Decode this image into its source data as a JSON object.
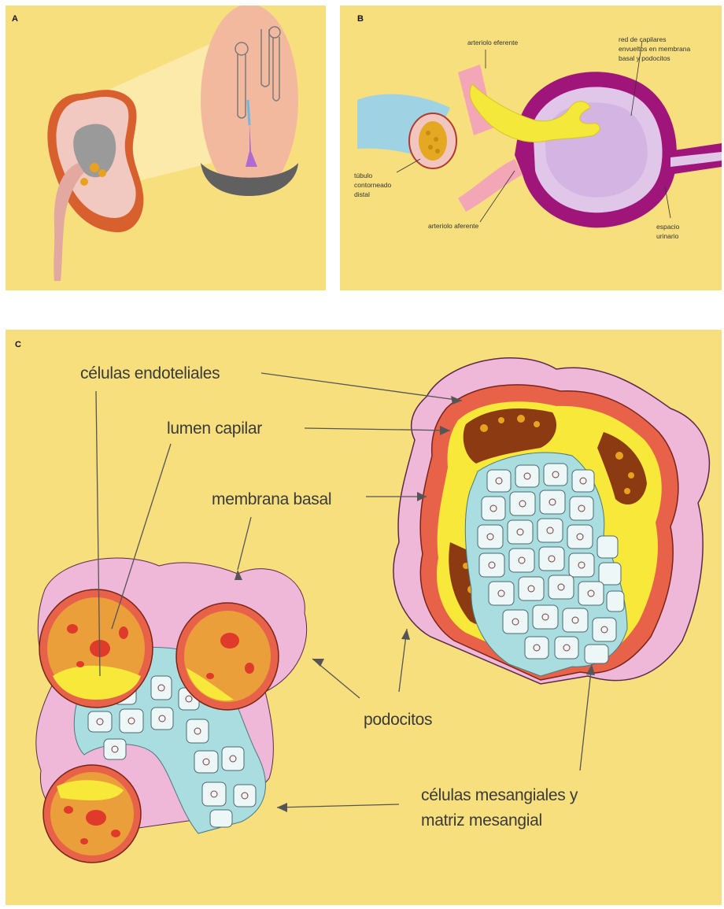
{
  "panels": {
    "a": {
      "label": "A"
    },
    "b": {
      "label": "B",
      "labels": {
        "efferent": "arteriolo eferente",
        "capillary_line1": "red de capilares",
        "capillary_line2": "envueltos en membrana",
        "capillary_line3": "basal y podocitos",
        "tubule_line1": "túbulo",
        "tubule_line2": "contorneado",
        "tubule_line3": "distal",
        "afferent": "arteriolo aferente",
        "urinary_line1": "espacio",
        "urinary_line2": "urinario"
      }
    },
    "c": {
      "label": "C",
      "labels": {
        "endothelial": "células endoteliales",
        "lumen": "lumen capilar",
        "basal": "membrana basal",
        "podocytes": "podocitos",
        "mesangial_line1": "células mesangiales y",
        "mesangial_line2": "matriz mesangial"
      }
    }
  },
  "colors": {
    "background": "#f7df7e",
    "basal_membrane": "#e8624a",
    "podocyte": "#f0b8d8",
    "mesangium": "#a9dde0",
    "endothelial": "#8b3a12",
    "lumen": "#f0e83c",
    "urinary_capsule": "#a0157a"
  }
}
